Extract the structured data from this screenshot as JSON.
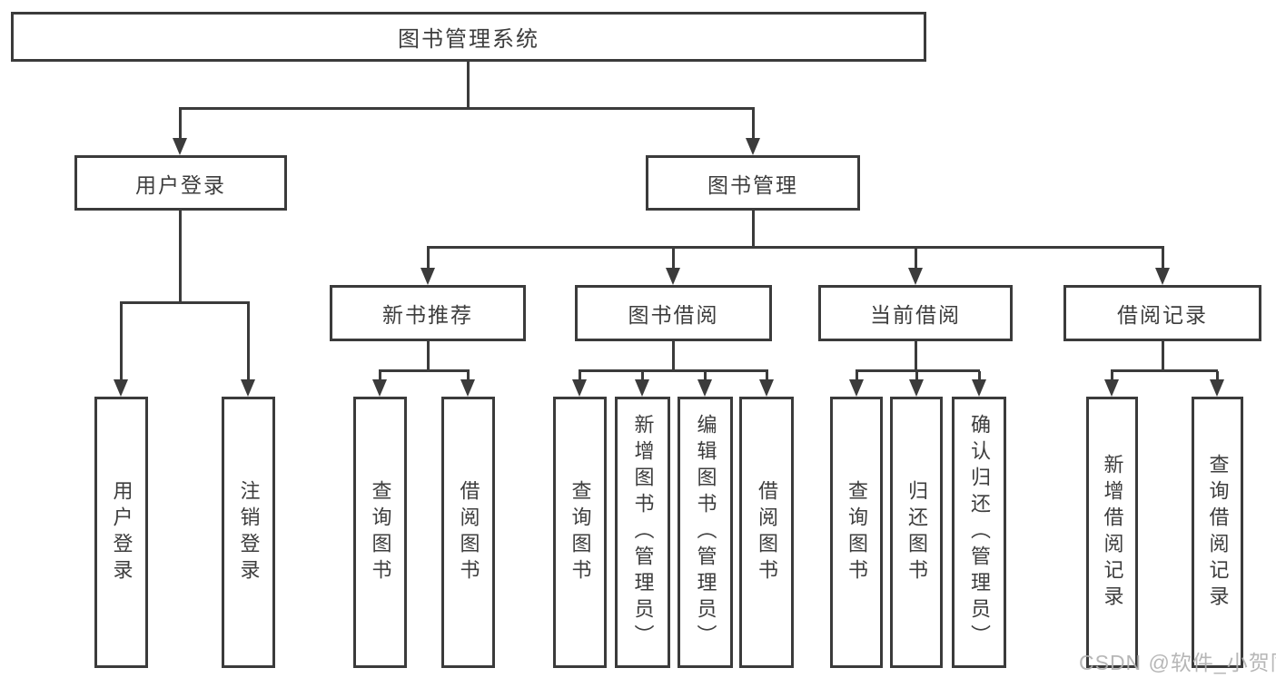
{
  "tree": {
    "root": {
      "label": "图书管理系统"
    },
    "level2": {
      "user_login": {
        "label": "用户登录"
      },
      "book_management": {
        "label": "图书管理"
      }
    },
    "level3": {
      "new_book_recommend": {
        "label": "新书推荐"
      },
      "book_borrow": {
        "label": "图书借阅"
      },
      "current_borrow": {
        "label": "当前借阅"
      },
      "borrow_records": {
        "label": "借阅记录"
      }
    },
    "leaves": {
      "user_login": [
        "用户登录",
        "注销登录"
      ],
      "new_book_recommend": [
        "查询图书",
        "借阅图书"
      ],
      "book_borrow": [
        "查询图书",
        "新增图书（管理员）",
        "编辑图书（管理员）",
        "借阅图书"
      ],
      "current_borrow": [
        "查询图书",
        "归还图书",
        "确认归还（管理员）"
      ],
      "borrow_records": [
        "新增借阅记录",
        "查询借阅记录"
      ]
    }
  },
  "watermark": {
    "text": "CSDN @软件_小贺同学"
  },
  "colors": {
    "line": "#3b3b3b",
    "text": "#3d3d3d",
    "watermark": "#b0b0b0",
    "box_bg": "#ffffff"
  }
}
